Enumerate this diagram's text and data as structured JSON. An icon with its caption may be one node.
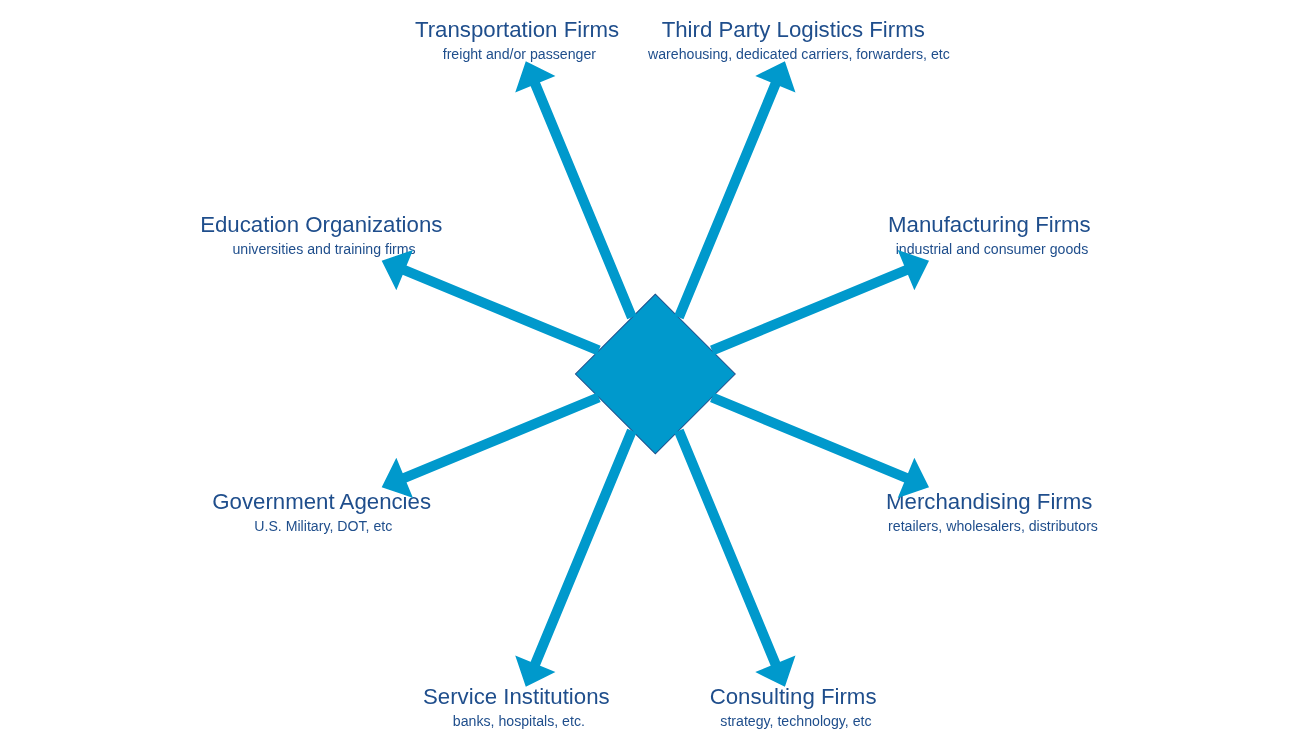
{
  "diagram": {
    "nodes": [
      {
        "text": [],
        "shape": "diamond"
      },
      {
        "text": [
          "Manufacturing Firms",
          "industrial and consumer goods"
        ]
      },
      {
        "text": [
          "Third Party Logistics Firms",
          "warehousing, dedicated carriers, forwarders, etc"
        ]
      },
      {
        "text": [
          "Transportation Firms",
          "freight and/or passenger"
        ]
      },
      {
        "text": [
          "Education Organizations",
          "universities and training firms"
        ]
      },
      {
        "text": [
          "Government Agencies",
          "U.S. Military, DOT, etc"
        ]
      },
      {
        "text": [
          "Service Institutions",
          "banks, hospitals, etc."
        ]
      },
      {
        "text": [
          "Consulting Firms",
          "strategy, technology, etc"
        ]
      },
      {
        "text": [
          "Merchandising Firms",
          "retailers, wholesalers, distributors"
        ]
      }
    ],
    "edges": [
      {
        "from": 0,
        "to": 1,
        "arrow": "to"
      },
      {
        "from": 0,
        "to": 2,
        "arrow": "to"
      },
      {
        "from": 0,
        "to": 3,
        "arrow": "to"
      },
      {
        "from": 0,
        "to": 4,
        "arrow": "to"
      },
      {
        "from": 0,
        "to": 5,
        "arrow": "to"
      },
      {
        "from": 0,
        "to": 6,
        "arrow": "to"
      },
      {
        "from": 0,
        "to": 7,
        "arrow": "to"
      },
      {
        "from": 0,
        "to": 8,
        "arrow": "to"
      }
    ]
  }
}
